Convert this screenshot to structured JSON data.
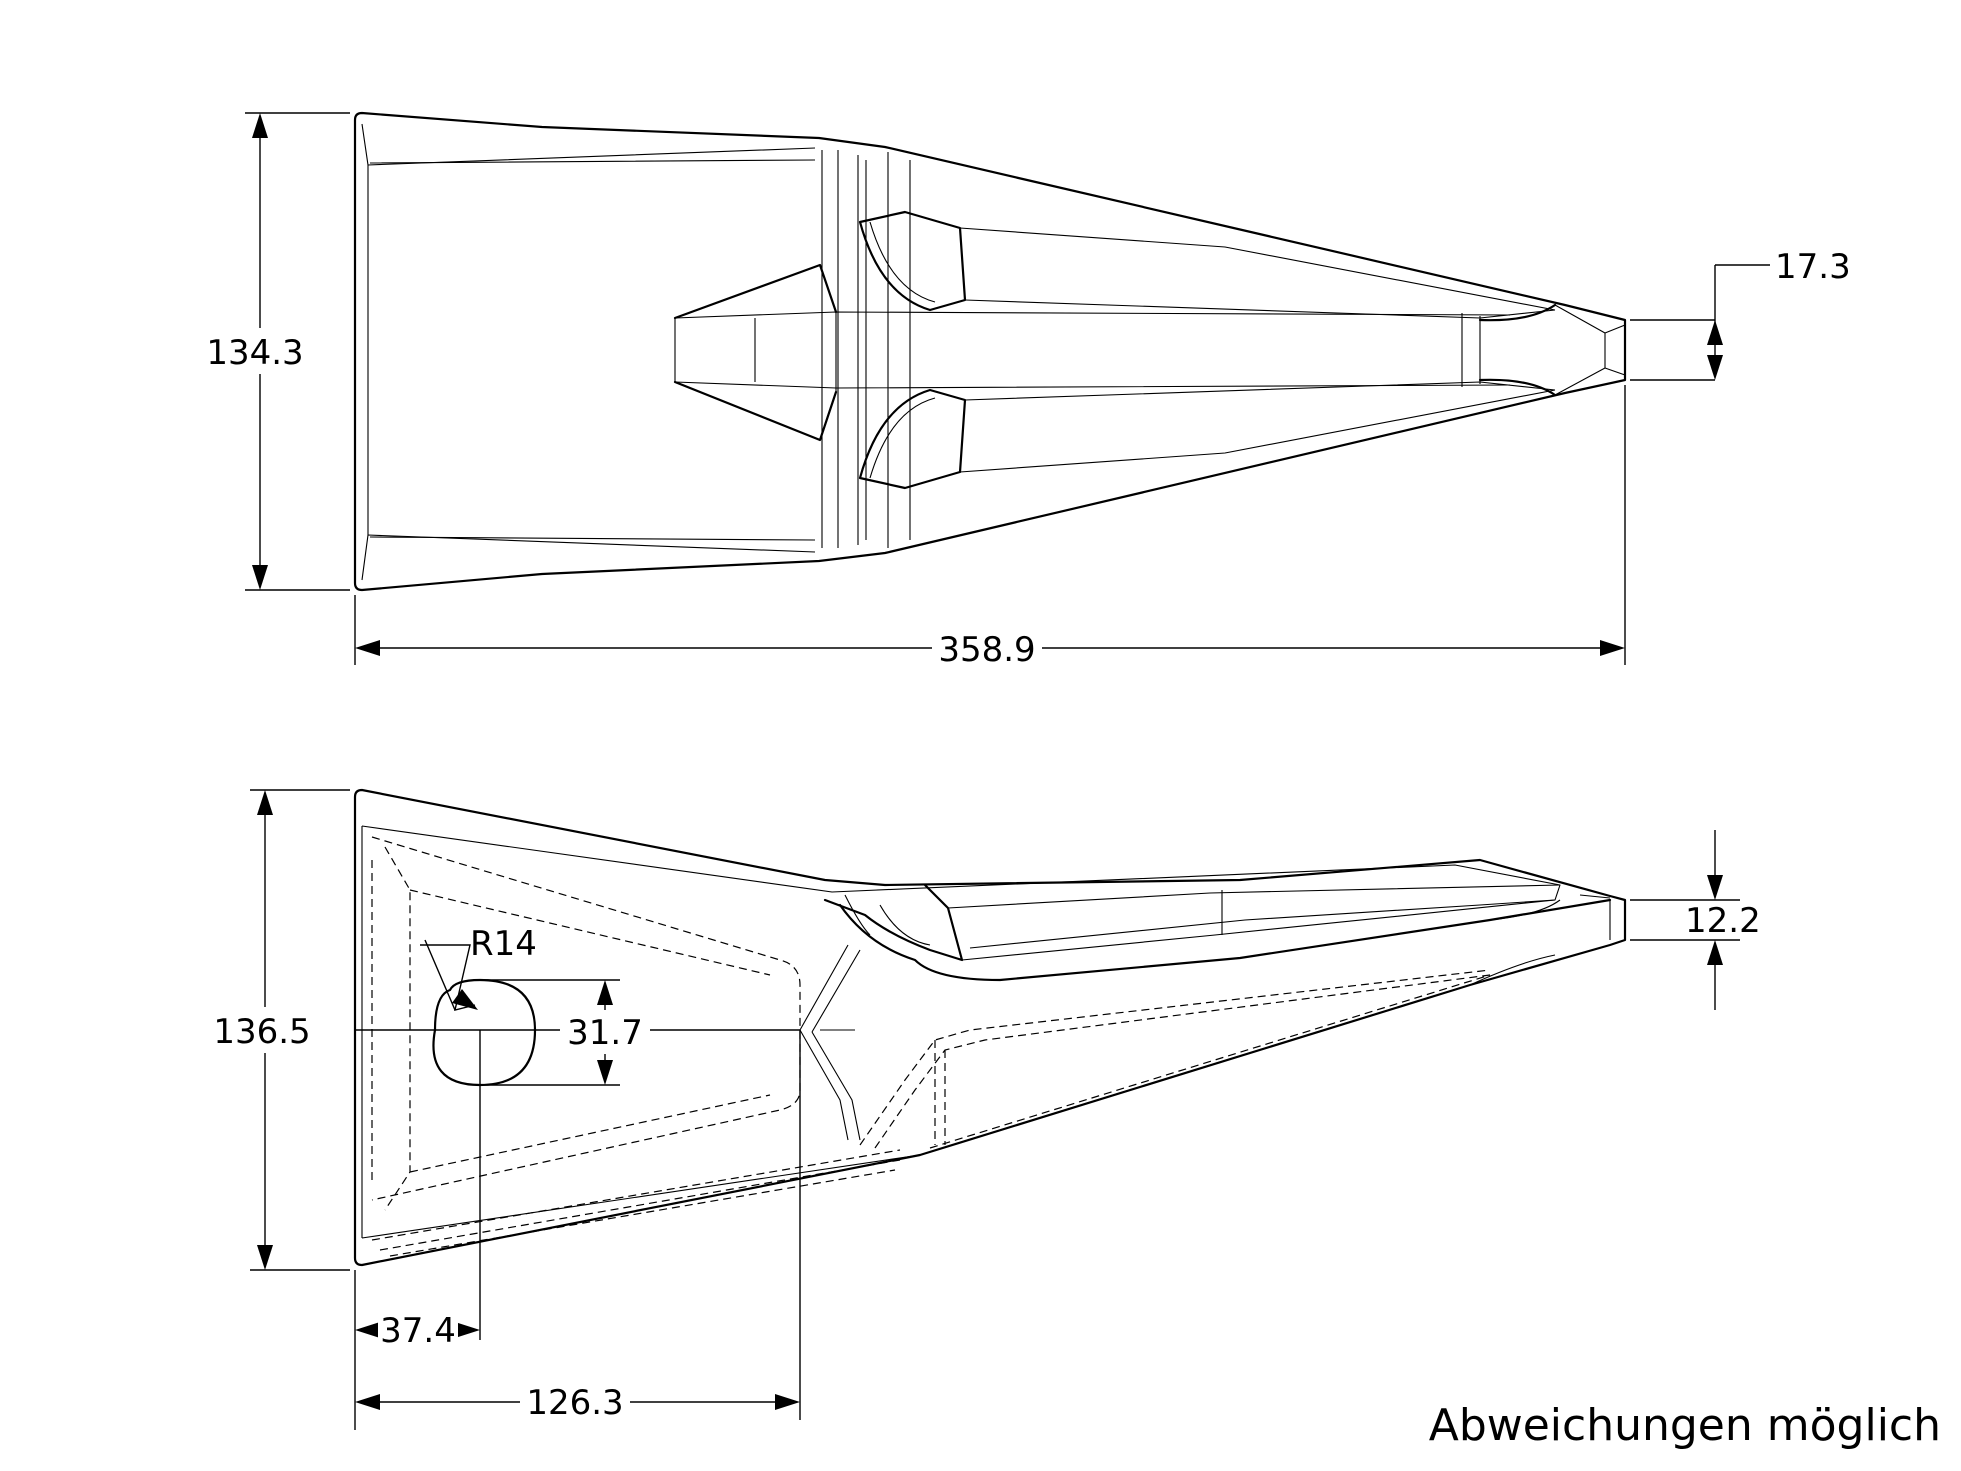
{
  "dimensions": {
    "top_height": "134.3",
    "top_length": "358.9",
    "top_tip": "17.3",
    "side_height": "136.5",
    "side_tip": "12.2",
    "hole_radius": "R14",
    "hole_height": "31.7",
    "hole_offset": "37.4",
    "hole_depth": "126.3"
  },
  "note": "Abweichungen möglich"
}
